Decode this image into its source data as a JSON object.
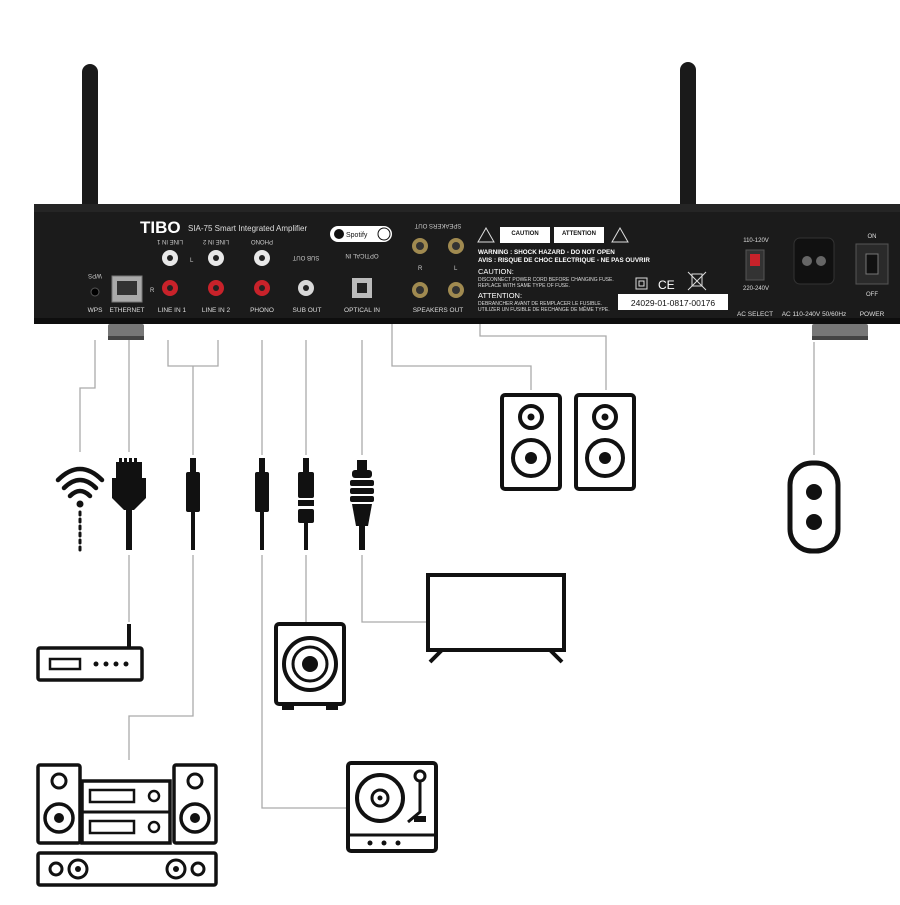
{
  "device": {
    "brand": "TIBO",
    "model": "SIA-75 Smart Integrated Amplifier",
    "spotify_label": "Spotify",
    "serial": "24029-01-0817-00176"
  },
  "rear_panel_labels": {
    "wps": "WPS",
    "ethernet": "ETHERNET",
    "line_in_1": "LINE IN 1",
    "line_in_2": "LINE IN 2",
    "phono": "PHONO",
    "sub_out": "SUB OUT",
    "optical_in": "OPTICAL IN",
    "speakers_out": "SPEAKERS OUT",
    "ac_select": "AC SELECT",
    "ac_input": "AC 110-240V 50/60Hz",
    "power": "POWER",
    "channel_l": "L",
    "channel_r": "R",
    "ac_low": "110-120V",
    "ac_high": "220-240V",
    "power_on": "ON",
    "power_off": "OFF"
  },
  "warnings": {
    "caution_box": "CAUTION",
    "attention_box": "ATTENTION",
    "line1": "WARNING : SHOCK HAZARD - DO NOT OPEN",
    "line2": "AVIS : RISQUE DE CHOC ELECTRIQUE - NE PAS OUVRIR",
    "caution_title": "CAUTION:",
    "caution_text1": "DISCONNECT POWER CORD BEFORE CHANGING FUSE.",
    "caution_text2": "REPLACE WITH SAME TYPE OF FUSE.",
    "attention_title": "ATTENTION:",
    "attention_text1": "DEBRANCHER AVANT DE REMPLACER LE FUSIBLE.",
    "attention_text2": "UTILIZER UN FUSIBLE DE RECHANGE DE MÊME TYPE.",
    "ce_mark": "CE"
  },
  "connection_icons": [
    "wifi-icon",
    "ethernet-plug-icon",
    "rca-plug-icon",
    "rca-plug-icon",
    "rca-plug-icon",
    "toslink-plug-icon",
    "speaker-icon",
    "speaker-icon",
    "power-socket-icon",
    "router-icon",
    "subwoofer-icon",
    "tv-icon",
    "hifi-system-icon",
    "turntable-icon"
  ],
  "colors": {
    "chassis": "#1b1b1b",
    "line": "#aaaaaa",
    "icon": "#111111",
    "rca_red": "#c8222a",
    "rca_white": "#e8e8e8"
  }
}
